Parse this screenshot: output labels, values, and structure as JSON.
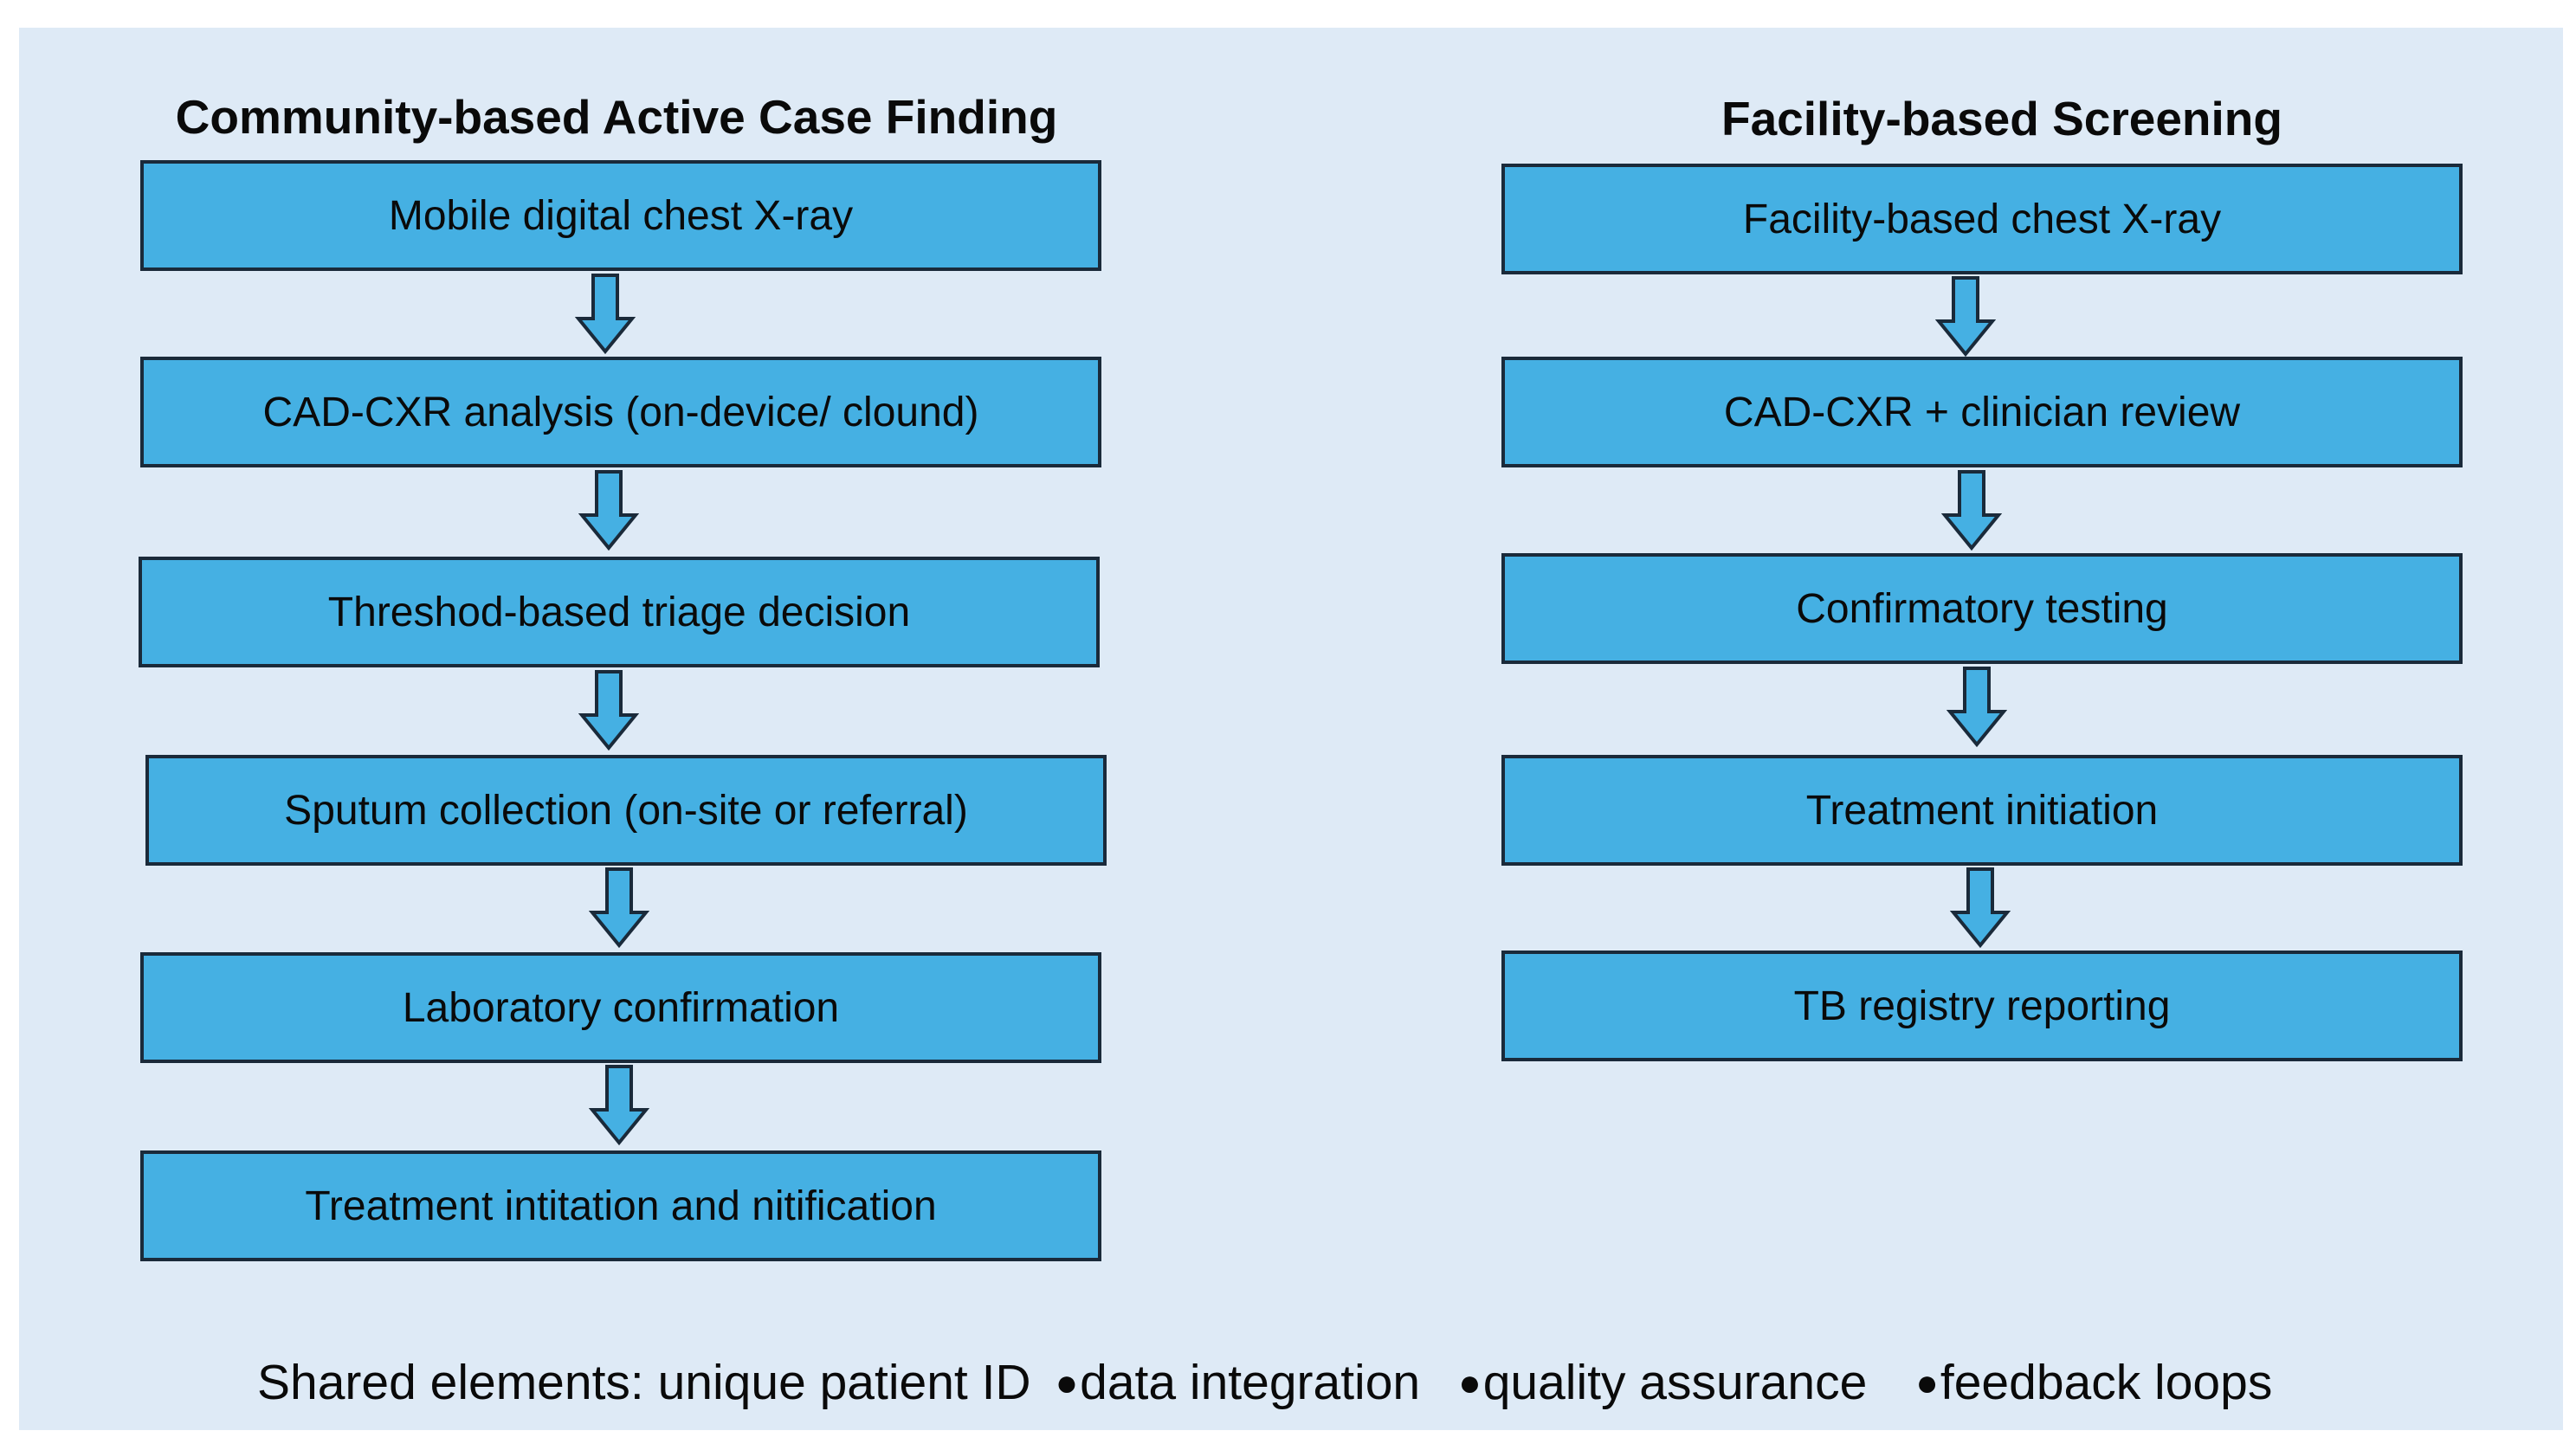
{
  "left_column": {
    "title": "Community-based Active Case Finding",
    "steps": [
      "Mobile digital chest X-ray",
      "CAD-CXR analysis (on-device/ clound)",
      "Threshod-based triage decision",
      "Sputum collection (on-site or referral)",
      "Laboratory confirmation",
      "Treatment intitation and nitification"
    ]
  },
  "right_column": {
    "title": "Facility-based Screening",
    "steps": [
      "Facility-based chest X-ray",
      "CAD-CXR + clinician review",
      "Confirmatory testing",
      "Treatment initiation",
      "TB registry reporting"
    ]
  },
  "footer": {
    "label": "Shared elements: unique patient ID",
    "items": [
      "data integration",
      "quality assurance",
      "feedback loops"
    ],
    "bullet": "●"
  },
  "colors": {
    "background": "#deeaf6",
    "box_fill": "#45b0e3",
    "box_border": "#1a2a3a",
    "arrow_fill": "#45b0e3",
    "arrow_stroke": "#1a2a3a"
  },
  "icons": {
    "arrow": "down-arrow-icon",
    "bullet": "bullet-icon"
  }
}
